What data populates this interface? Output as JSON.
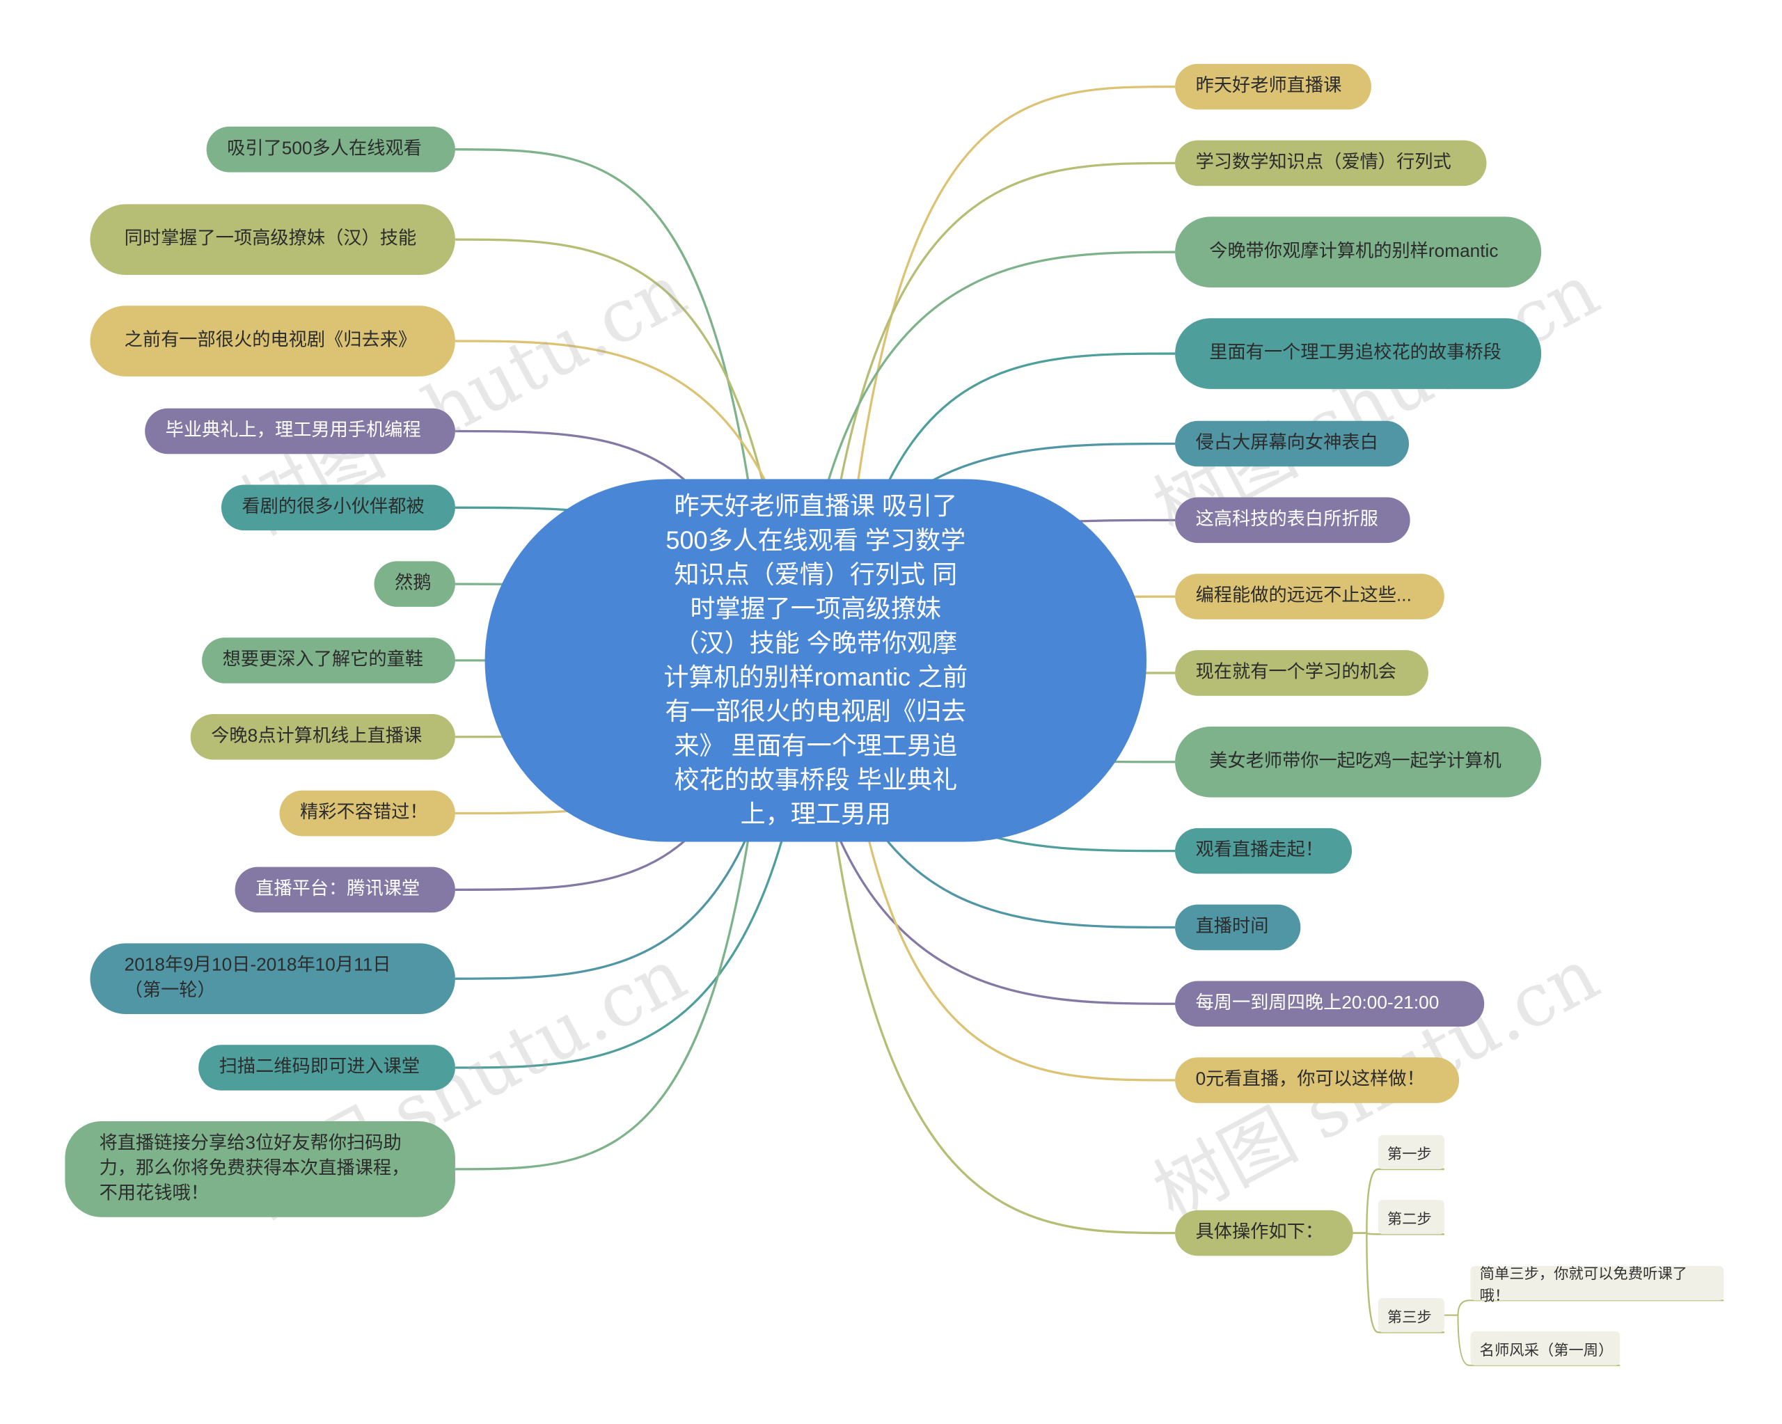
{
  "center": "昨天好老师直播课 吸引了500多人在线观看 学习数学知识点（爱情）行列式 同时掌握了一项高级撩妹（汉）技能 今晚带你观摩计算机的别样romantic 之前有一部很火的电视剧《归去来》 里面有一个理工男追校花的故事桥段 毕业典礼上，理工男用",
  "left": [
    {
      "text": "吸引了500多人在线观看",
      "color": "#7db28a"
    },
    {
      "text": "同时掌握了一项高级撩妹（汉）技能",
      "color": "#b6bd74"
    },
    {
      "text": "之前有一部很火的电视剧《归去来》",
      "color": "#dcc374"
    },
    {
      "text": "毕业典礼上，理工男用手机编程",
      "color": "#8479a4"
    },
    {
      "text": "看剧的很多小伙伴都被",
      "color": "#4e9f9c"
    },
    {
      "text": "然鹅",
      "color": "#7db28a"
    },
    {
      "text": "想要更深入了解它的童鞋",
      "color": "#7db28a"
    },
    {
      "text": "今晚8点计算机线上直播课",
      "color": "#b6bd74"
    },
    {
      "text": "精彩不容错过！",
      "color": "#dcc374"
    },
    {
      "text": "直播平台：腾讯课堂",
      "color": "#8479a4"
    },
    {
      "text": "2018年9月10日-2018年10月11日（第一轮）",
      "color": "#5096a5"
    },
    {
      "text": "扫描二维码即可进入课堂",
      "color": "#4e9f9c"
    },
    {
      "text": "将直播链接分享给3位好友帮你扫码助力，那么你将免费获得本次直播课程，不用花钱哦！",
      "color": "#7db28a"
    }
  ],
  "right": [
    {
      "text": "昨天好老师直播课",
      "color": "#dcc374"
    },
    {
      "text": "学习数学知识点（爱情）行列式",
      "color": "#b6bd74"
    },
    {
      "text": "今晚带你观摩计算机的别样romantic",
      "color": "#7db28a"
    },
    {
      "text": "里面有一个理工男追校花的故事桥段",
      "color": "#4e9f9c"
    },
    {
      "text": "侵占大屏幕向女神表白",
      "color": "#5096a5"
    },
    {
      "text": "这高科技的表白所折服",
      "color": "#8479a4"
    },
    {
      "text": "编程能做的远远不止这些...",
      "color": "#dcc374"
    },
    {
      "text": "现在就有一个学习的机会",
      "color": "#b6bd74"
    },
    {
      "text": "美女老师带你一起吃鸡一起学计算机",
      "color": "#7db28a"
    },
    {
      "text": "观看直播走起！",
      "color": "#4e9f9c"
    },
    {
      "text": "直播时间",
      "color": "#5096a5"
    },
    {
      "text": "每周一到周四晚上20:00-21:00",
      "color": "#8479a4"
    },
    {
      "text": "0元看直播，你可以这样做！",
      "color": "#dcc374"
    },
    {
      "text": "具体操作如下：",
      "color": "#b6bd74"
    }
  ],
  "steps": {
    "step1": "第一步",
    "step2": "第二步",
    "step3": "第三步",
    "sub1": "简单三步，你就可以免费听课了哦！",
    "sub2": "名师风采（第一周）"
  },
  "watermark": "树图 shutu.cn"
}
